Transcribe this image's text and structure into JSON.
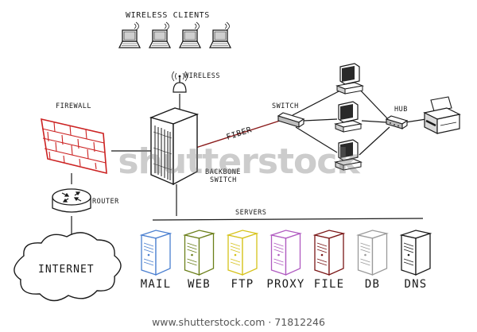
{
  "labels": {
    "wireless_clients": "WIRELESS CLIENTS",
    "wireless": "WIRELESS",
    "firewall": "FIREWALL",
    "router": "ROUTER",
    "internet": "INTERNET",
    "fiber": "FIBER",
    "backbone_line1": "BACKBONE",
    "backbone_line2": "SWITCH",
    "switch": "SWITCH",
    "hub": "HUB",
    "servers": "SERVERS"
  },
  "servers": [
    {
      "label": "MAIL",
      "color": "#4a7fd0"
    },
    {
      "label": "WEB",
      "color": "#6b7f1a"
    },
    {
      "label": "FTP",
      "color": "#d6c21a"
    },
    {
      "label": "PROXY",
      "color": "#b05ac0"
    },
    {
      "label": "FILE",
      "color": "#7a1616"
    },
    {
      "label": "DB",
      "color": "#9a9a9a"
    },
    {
      "label": "DNS",
      "color": "#1a1a1a"
    }
  ],
  "colors": {
    "firewall": "#cc2222",
    "fiber": "#8a1a1a",
    "ink": "#1a1a1a"
  },
  "watermark": "shutterstock",
  "footer": "www.shutterstock.com · 71812246"
}
